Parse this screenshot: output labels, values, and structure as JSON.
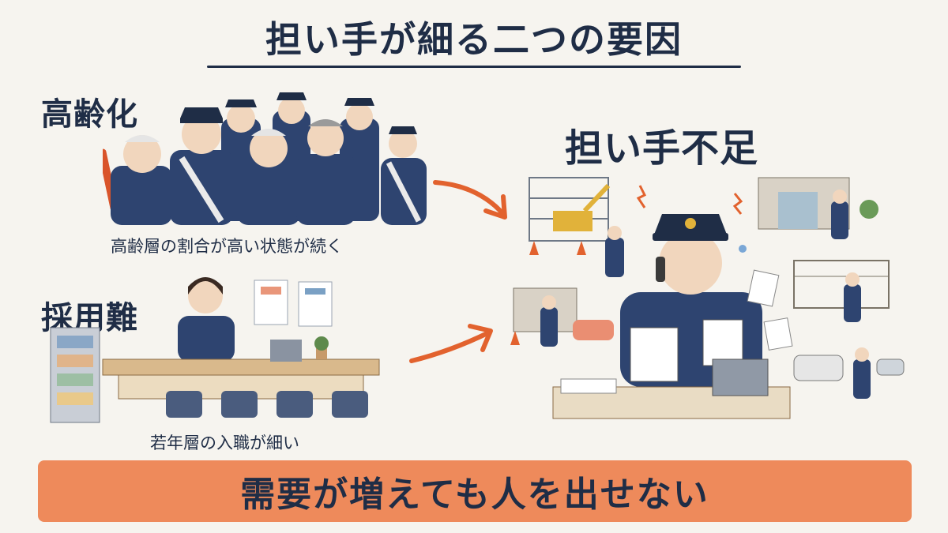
{
  "title": "担い手が細る二つの要因",
  "factor_aging": {
    "heading": "高齢化",
    "caption": "高齢層の割合が高い状態が続く"
  },
  "factor_recruit": {
    "heading": "採用難",
    "caption": "若年層の入職が細い"
  },
  "result": {
    "heading": "担い手不足"
  },
  "banner": "需要が増えても人を出せない",
  "colors": {
    "navy": "#1f2d46",
    "arrow": "#e2622e",
    "banner": "#ee8a5b",
    "background": "#f6f4ef"
  }
}
